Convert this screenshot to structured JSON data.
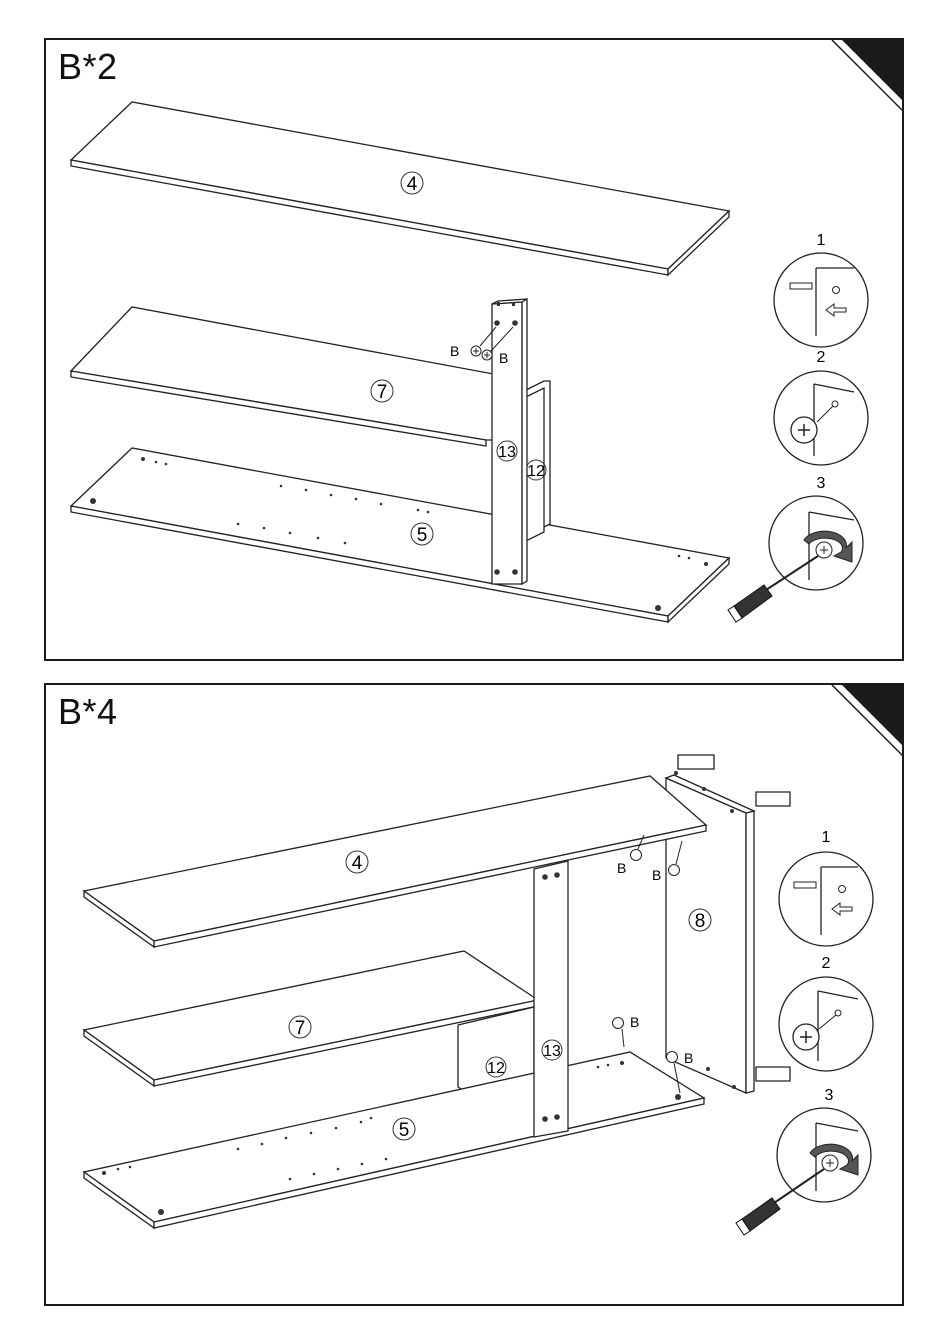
{
  "steps": [
    {
      "quantity_label": "B*2",
      "parts": {
        "p4": "4",
        "p7": "7",
        "p5": "5",
        "p13": "13",
        "p12": "12"
      },
      "hardware": [
        "B",
        "B"
      ],
      "detail_steps": [
        "1",
        "2",
        "3"
      ]
    },
    {
      "quantity_label": "B*4",
      "parts": {
        "p4": "4",
        "p7": "7",
        "p5": "5",
        "p13": "13",
        "p12": "12",
        "p8": "8"
      },
      "hardware": [
        "B",
        "B",
        "B",
        "B"
      ],
      "detail_steps": [
        "1",
        "2",
        "3"
      ]
    }
  ]
}
